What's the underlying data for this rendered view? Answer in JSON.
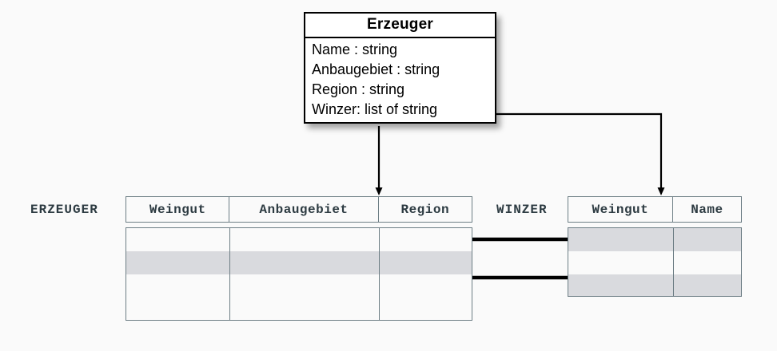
{
  "diagram": {
    "title_note": "UML class to relational tables mapping",
    "background": "#fafafa",
    "line_color": "#000000",
    "table_border_color": "#6d7e85",
    "highlight_color": "#d9dade",
    "text_color": "#2d3b42"
  },
  "uml_class": {
    "name": "Erzeuger",
    "attributes": [
      "Name : string",
      "Anbaugebiet : string",
      "Region : string",
      "Winzer: list of string"
    ]
  },
  "tables": [
    {
      "label": "ERZEUGER",
      "columns": [
        "Weingut",
        "Anbaugebiet",
        "Region"
      ],
      "rows": [
        {
          "cells": [
            "",
            "",
            ""
          ],
          "highlighted": false
        },
        {
          "cells": [
            "",
            "",
            ""
          ],
          "highlighted": true
        },
        {
          "cells": [
            "",
            "",
            ""
          ],
          "highlighted": false
        },
        {
          "cells": [
            "",
            "",
            ""
          ],
          "highlighted": false
        }
      ]
    },
    {
      "label": "WINZER",
      "columns": [
        "Weingut",
        "Name"
      ],
      "rows": [
        {
          "cells": [
            "",
            ""
          ],
          "highlighted": true
        },
        {
          "cells": [
            "",
            ""
          ],
          "highlighted": false
        },
        {
          "cells": [
            "",
            ""
          ],
          "highlighted": true
        }
      ]
    }
  ],
  "connectors": {
    "arrow_to_erzeuger": "Erzeuger class maps to ERZEUGER table",
    "arrow_to_winzer": "Winzer list attribute maps to WINZER table",
    "link_label": "one ERZEUGER row links to two WINZER rows"
  }
}
